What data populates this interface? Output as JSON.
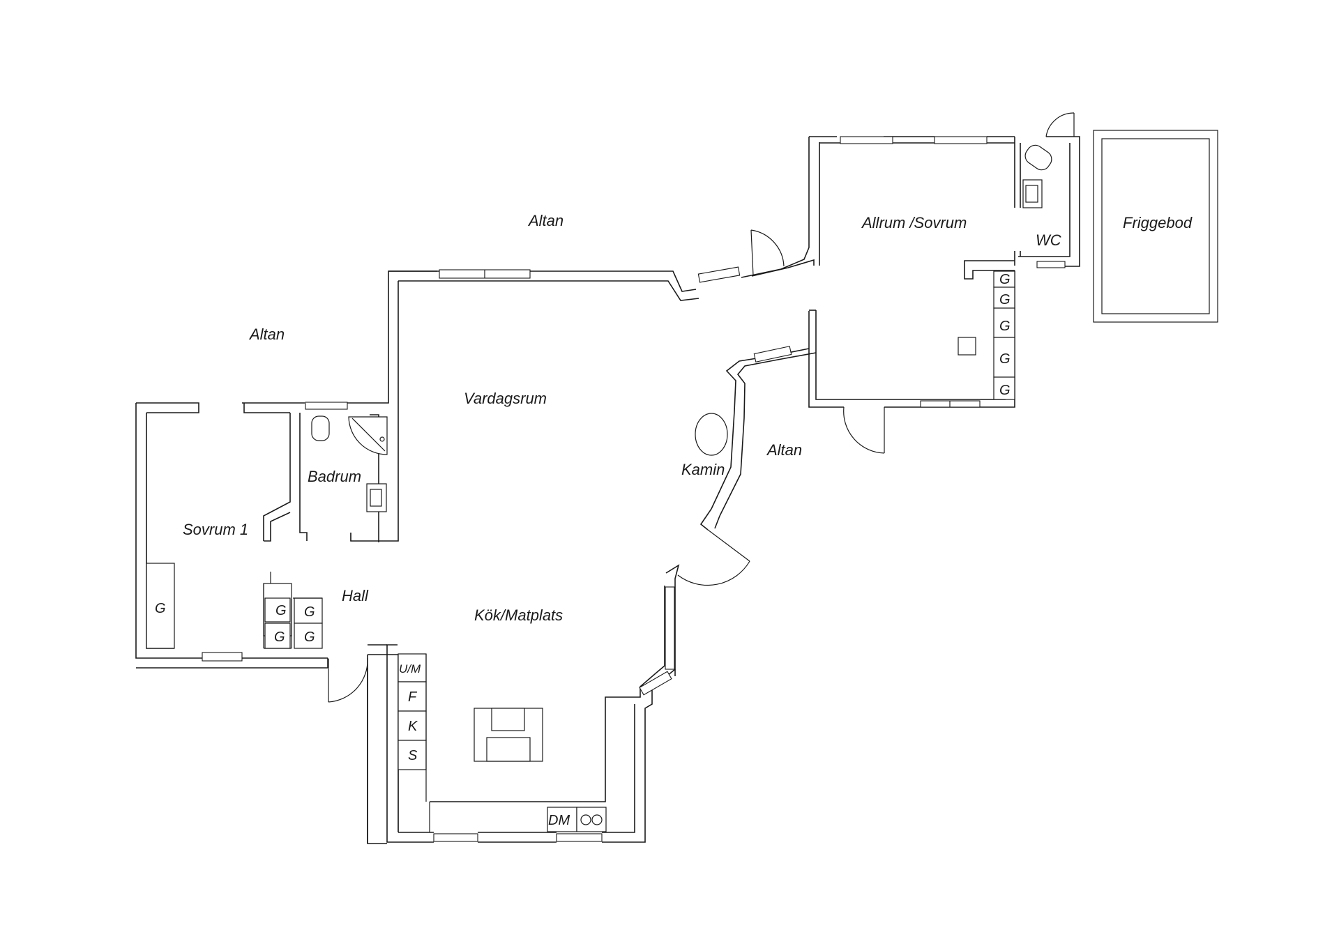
{
  "rooms": {
    "altan_top": "Altan",
    "altan_left": "Altan",
    "altan_right": "Altan",
    "vardagsrum": "Vardagsrum",
    "kok_matplats": "Kök/Matplats",
    "kamin": "Kamin",
    "sovrum1": "Sovrum 1",
    "badrum": "Badrum",
    "hall": "Hall",
    "allrum_sovrum": "Allrum /Sovrum",
    "wc": "WC",
    "friggebod": "Friggebod"
  },
  "fixtures": {
    "wardrobe": "G",
    "fridge_um": "U/M",
    "fridge": "F",
    "cooler": "K",
    "stove": "S",
    "dishwasher": "DM"
  }
}
